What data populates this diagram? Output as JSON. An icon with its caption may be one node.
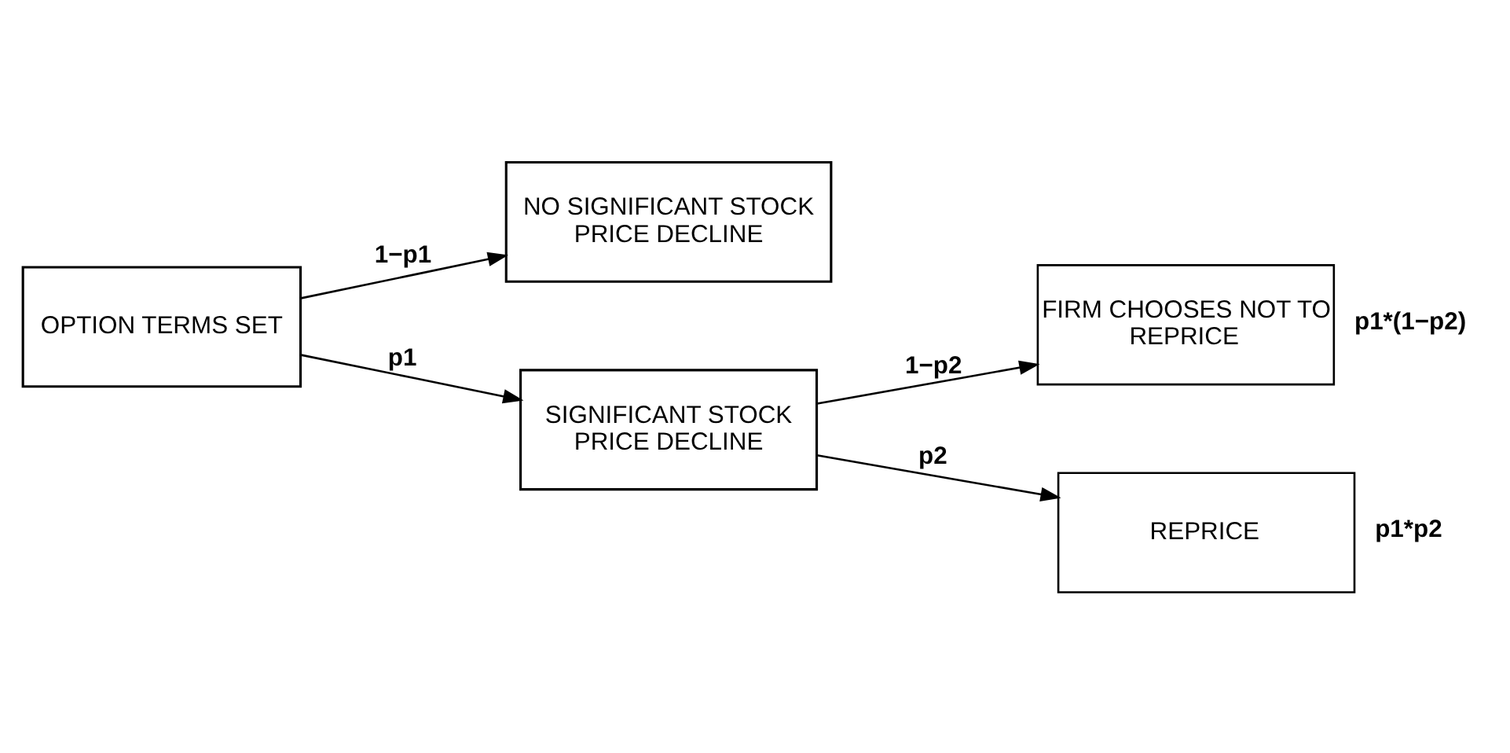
{
  "diagram": {
    "nodes": [
      {
        "text": [
          "OPTION TERMS SET"
        ]
      },
      {
        "text": [
          "NO SIGNIFICANT STOCK PRICE DECLINE"
        ]
      },
      {
        "text": [
          "SIGNIFICANT STOCK PRICE DECLINE"
        ]
      },
      {
        "text": [
          "FIRM CHOOSES NOT TO REPRICE"
        ],
        "beside": [
          "p1*(1−p2)"
        ]
      },
      {
        "text": [
          "REPRICE"
        ],
        "beside": [
          "p1*p2"
        ]
      }
    ],
    "edges": [
      {
        "from": 0,
        "to": 1,
        "arrow": "to",
        "label": "1−p1"
      },
      {
        "from": 0,
        "to": 2,
        "arrow": "to",
        "label": "p1"
      },
      {
        "from": 2,
        "to": 3,
        "arrow": "to",
        "label": "1−p2"
      },
      {
        "from": 2,
        "to": 4,
        "arrow": "to",
        "label": "p2"
      }
    ]
  }
}
